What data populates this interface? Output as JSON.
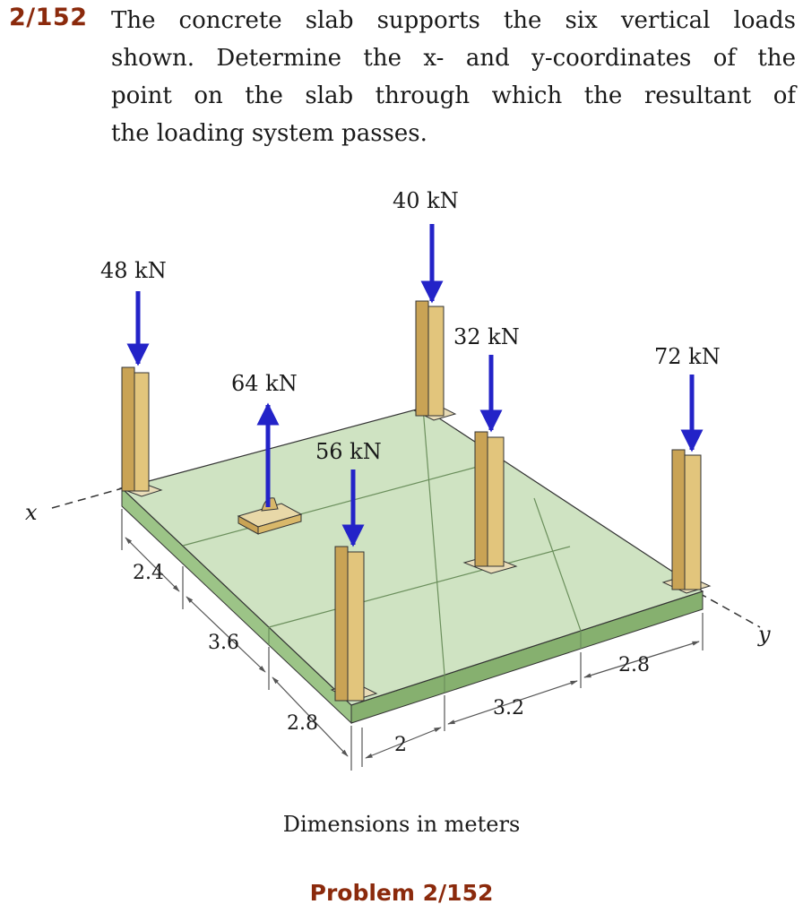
{
  "problem": {
    "number": "2/152",
    "lines": [
      "The concrete slab supports the six vertical loads",
      "shown. Determine the x- and y-coordinates of the",
      "point on the slab through which the resultant of",
      "the loading system passes."
    ]
  },
  "figure": {
    "loads": {
      "load_48": "48 kN",
      "load_40": "40 kN",
      "load_32": "32 kN",
      "load_72": "72 kN",
      "load_64": "64 kN",
      "load_56": "56 kN"
    },
    "axes": {
      "x": "x",
      "y": "y"
    },
    "dimensions": {
      "d_2_4": "2.4",
      "d_3_6": "3.6",
      "d_2_8_left": "2.8",
      "d_2": "2",
      "d_3_2": "3.2",
      "d_2_8_right": "2.8"
    },
    "colors": {
      "slab_top": "#cfe3c2",
      "slab_side": "#86b06f",
      "column": "#d9b86a",
      "arrow": "#2323c8"
    }
  },
  "caption": "Dimensions in meters",
  "footer": "Problem 2/152"
}
